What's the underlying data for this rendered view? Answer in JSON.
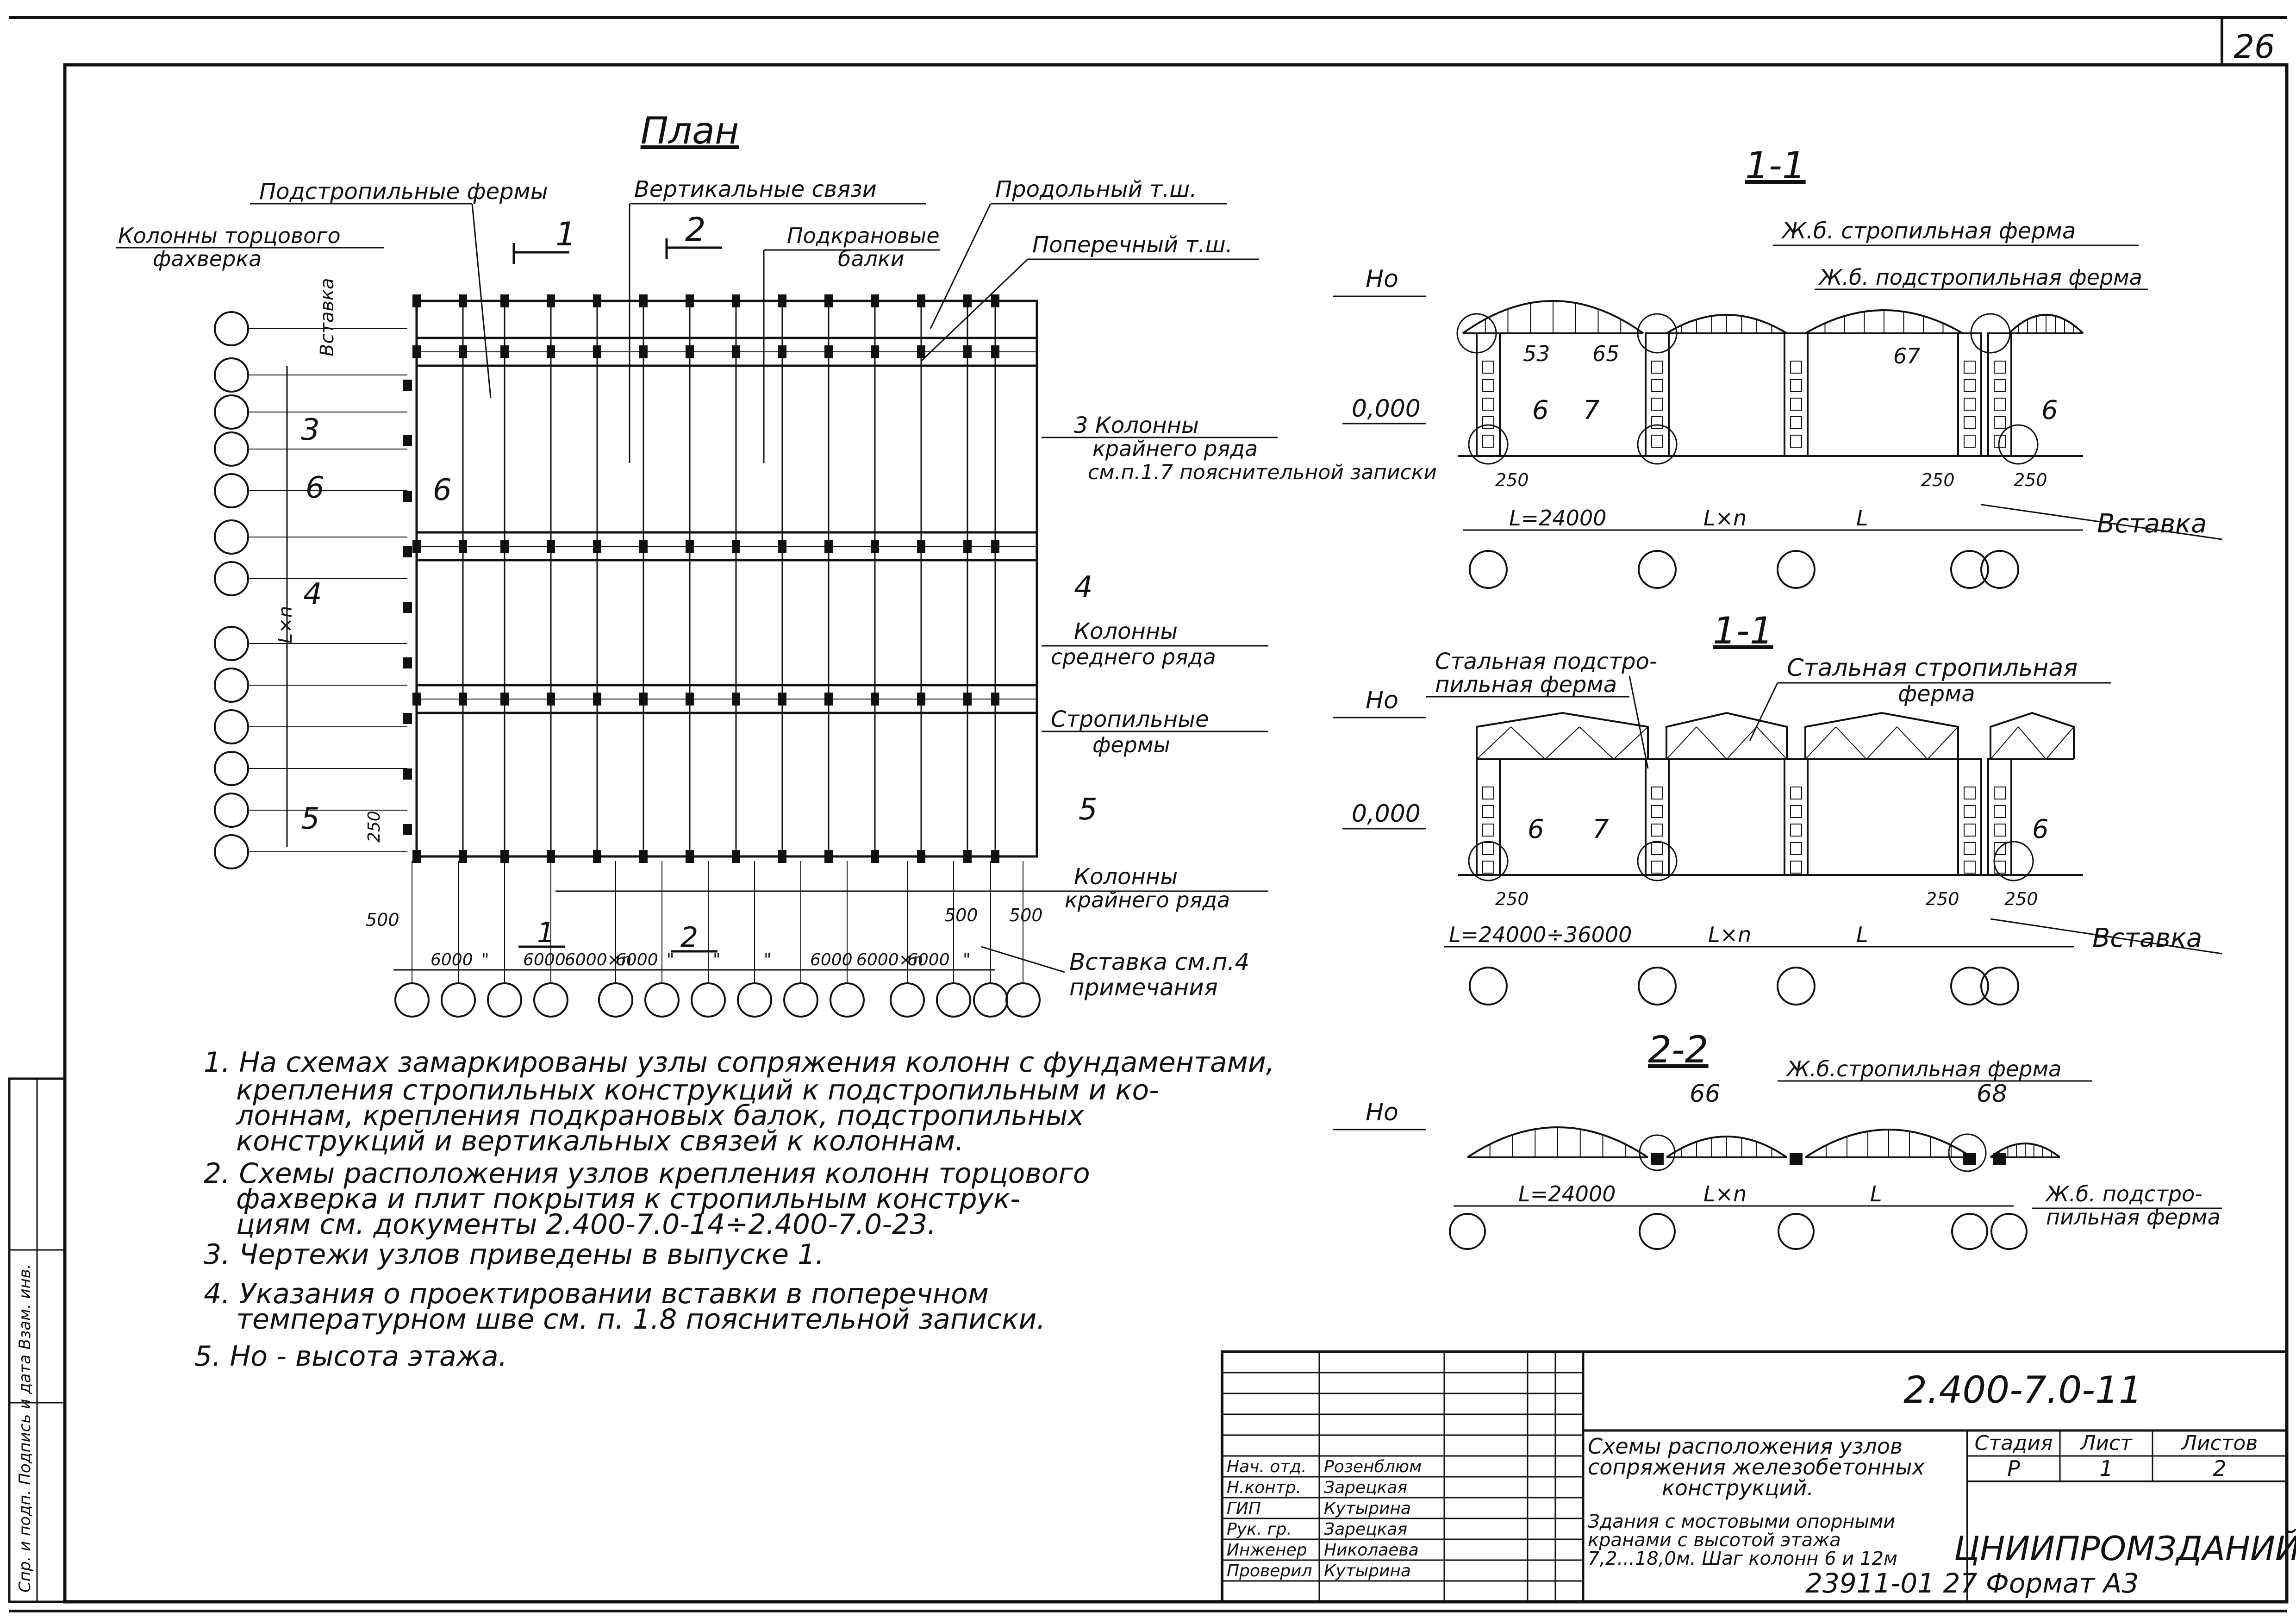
{
  "sheet_number": "26",
  "plan": {
    "title": "План",
    "labels": {
      "rafter_trusses_sub": "Подстропильные фермы",
      "end_columns_1": "Колонны торцового",
      "end_columns_2": "фахверка",
      "braces_vertical": "Вертикальные связи",
      "longitudinal_joint": "Продольный т.ш.",
      "crane_beams_1": "Подкрановые",
      "crane_beams_2": "балки",
      "transverse_joint": "Поперечный т.ш.",
      "insert": "Вставка",
      "cols_outer_1": "3 Колонны",
      "cols_outer_2": "крайнего ряда",
      "cols_outer_3": "см.п.1.7 пояснительной записки",
      "cols_middle_1": "Колонны",
      "cols_middle_2": "среднего ряда",
      "trusses_1": "Стропильные",
      "trusses_2": "фермы",
      "cols_bottom_1": "Колонны",
      "cols_bottom_2": "крайнего ряда",
      "insert_note_1": "Вставка см.п.4",
      "insert_note_2": "примечания",
      "lxn": "L×n",
      "sec1": "1",
      "sec2": "2",
      "sec3": "3",
      "sec4": "4",
      "sec5": "5",
      "sec6": "6"
    },
    "dims": [
      "6000",
      "\"",
      "6000",
      "6000×n",
      "6000",
      "\"",
      "\"",
      "\"",
      "6000",
      "6000×n",
      "6000",
      "\""
    ],
    "dim_500_a": "500",
    "dim_500_b": "500",
    "dim_500_c": "500",
    "dim_250": "250"
  },
  "section_a": {
    "title": "1-1",
    "truss_label": "Ж.б. стропильная ферма",
    "sub_truss_label": "Ж.б. подстропильная ферма",
    "h0": "Hо",
    "zero": "0,000",
    "nodes": [
      "53",
      "65",
      "67",
      "6",
      "7",
      "6"
    ],
    "dims": [
      "250",
      "250",
      "250"
    ],
    "span1": "L=24000",
    "span2": "L×n",
    "span3": "L",
    "insert": "Вставка"
  },
  "section_b": {
    "title": "1-1",
    "steel_sub_1": "Стальная подстро-",
    "steel_sub_2": "пильная ферма",
    "steel_truss_1": "Стальная стропильная",
    "steel_truss_2": "ферма",
    "h0": "Hо",
    "zero": "0,000",
    "nodes": [
      "6",
      "7",
      "6"
    ],
    "dims": [
      "250",
      "250",
      "250"
    ],
    "span1": "L=24000÷36000",
    "span2": "L×n",
    "span3": "L",
    "insert": "Вставка"
  },
  "section_c": {
    "title": "2-2",
    "truss_label": "Ж.б.стропильная ферма",
    "h0": "Hо",
    "nodes": [
      "66",
      "68"
    ],
    "span1": "L=24000",
    "span2": "L×n",
    "span3": "L",
    "sub_1": "Ж.б. подстро-",
    "sub_2": "пильная ферма"
  },
  "notes": [
    "1. На схемах замаркированы узлы сопряжения колонн с фундаментами,",
    "крепления стропильных конструкций к подстропильным и ко-",
    "лоннам, крепления подкрановых балок, подстропильных",
    "конструкций и вертикальных связей к колоннам.",
    "2. Схемы расположения узлов крепления колонн торцового",
    "фахверка и плит покрытия к стропильным конструк-",
    "циям см. документы 2.400-7.0-14÷2.400-7.0-23.",
    "3. Чертежи узлов приведены в выпуске 1.",
    "4. Указания о проектировании вставки в поперечном",
    "температурном шве см. п. 1.8 пояснительной записки.",
    "5. Hо - высота этажа."
  ],
  "side_stamp": "Спр. и подп. Подпись и дата Взам. инв.",
  "title_block": {
    "code": "2.400-7.0-11",
    "roles": [
      "Нач. отд.",
      "Н.контр.",
      "ГИП",
      "Рук. гр.",
      "Инженер",
      "Проверил"
    ],
    "names": [
      "Розенблюм",
      "Зарецкая",
      "Кутырина",
      "Зарецкая",
      "Николаева",
      "Кутырина"
    ],
    "desc_1": "Схемы расположения узлов",
    "desc_2": "сопряжения железобетонных",
    "desc_3": "конструкций.",
    "desc_4": "Здания с мостовыми опорными",
    "desc_5": "кранами с высотой этажа",
    "desc_6": "7,2...18,0м. Шаг колонн 6 и 12м",
    "stage_h": "Стадия",
    "sheet_h": "Лист",
    "sheets_h": "Листов",
    "stage_v": "Р",
    "sheet_v": "1",
    "sheets_v": "2",
    "org": "ЦНИИПРОМЗДАНИЙ"
  },
  "footer": "23911-01   27   Формат А3"
}
